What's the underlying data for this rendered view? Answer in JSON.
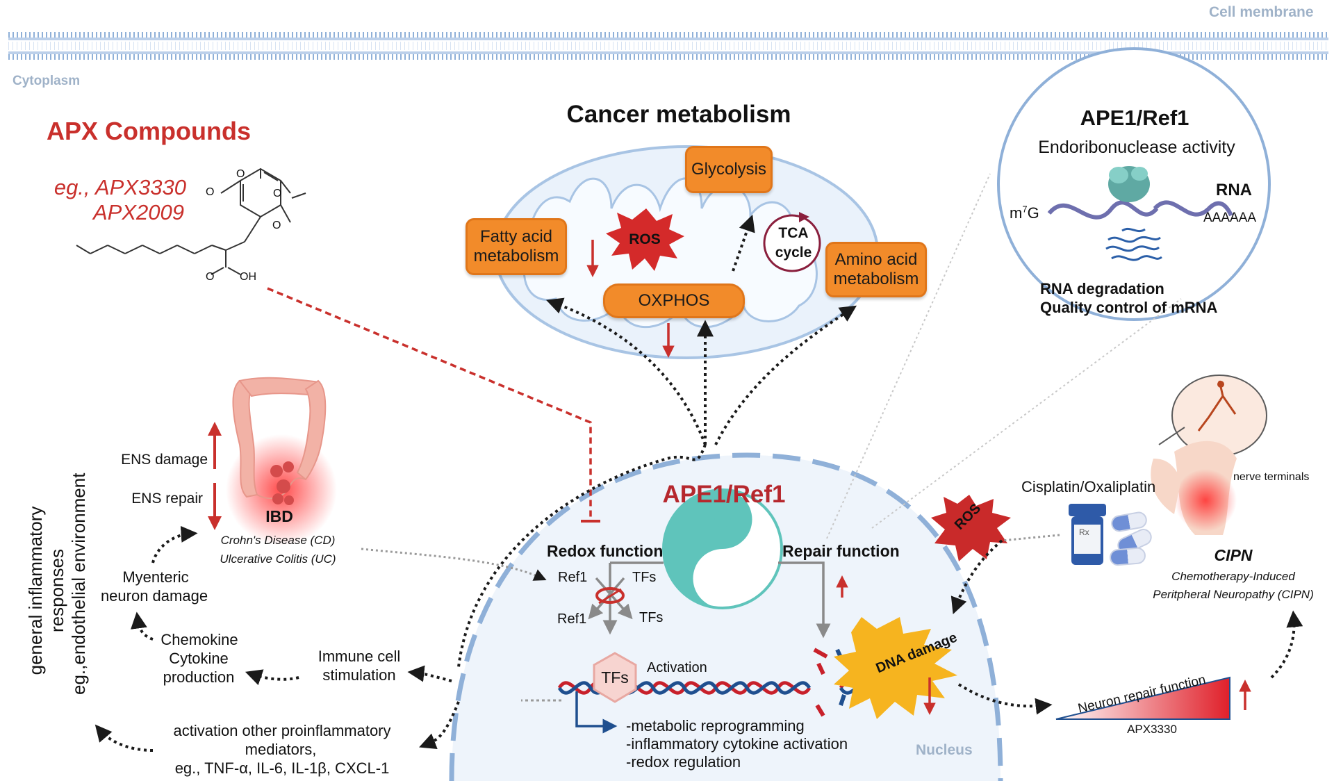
{
  "regions": {
    "cell_membrane": "Cell membrane",
    "cytoplasm": "Cytoplasm",
    "nucleus": "Nucleus"
  },
  "apx": {
    "title": "APX Compounds",
    "example_line1": "eg., APX3330",
    "example_line2": "APX2009",
    "atoms": {
      "o1": "O",
      "o2": "O",
      "o3": "O",
      "o4": "O",
      "o5": "O",
      "oh": "OH"
    }
  },
  "metabolism": {
    "title": "Cancer metabolism",
    "glycolysis": "Glycolysis",
    "fatty_acid": [
      "Fatty acid",
      "metabolism"
    ],
    "ros": "ROS",
    "tca": [
      "TCA",
      "cycle"
    ],
    "amino_acid": [
      "Amino acid",
      "metabolism"
    ],
    "oxphos": "OXPHOS"
  },
  "endoribonuclease": {
    "title": "APE1/Ref1",
    "subtitle": "Endoribonuclease activity",
    "rna_label": "RNA",
    "cap": "m",
    "cap_sup": "7",
    "cap_g": "G",
    "polya": "AAAAAA",
    "outcome1": "RNA degradation",
    "outcome2": "Quality control of mRNA"
  },
  "nucleus_center": {
    "title": "APE1/Ref1",
    "redox": "Redox function",
    "repair": "Repair function",
    "ref1_top": "Ref1",
    "tfs_top": "TFs",
    "ref1_bottom": "Ref1",
    "tfs_bottom": "TFs",
    "tfs_hex": "TFs",
    "activation": "Activation",
    "dna_damage": "DNA damage",
    "outcomes": [
      "-metabolic reprogramming",
      "-inflammatory cytokine activation",
      "-redox regulation"
    ]
  },
  "ibd": {
    "title": "IBD",
    "disease1": "Crohn's Disease (CD)",
    "disease2": "Ulcerative Colitis (UC)",
    "ens_damage": "ENS damage",
    "ens_repair": "ENS repair",
    "myenteric": [
      "Myenteric",
      "neuron damage"
    ],
    "chemokine": [
      "Chemokine",
      "Cytokine",
      "production"
    ],
    "immune": [
      "Immune cell",
      "stimulation"
    ],
    "proinflammatory": [
      "activation other proinflammatory",
      "mediators,",
      "eg., TNF-α, IL-6, IL-1β, CXCL-1"
    ],
    "general": [
      "general inflammatory",
      "responses",
      "eg.,endothelial environment"
    ]
  },
  "cipn": {
    "cisplatin": "Cisplatin/Oxaliplatin",
    "nerve_terminals": "nerve terminals",
    "ros": "ROS",
    "title": "CIPN",
    "full1": "Chemotherapy-Induced",
    "full2": "Peritpheral Neuropathy (CIPN)",
    "wedge_label": "Neuron repair function",
    "drug": "APX3330",
    "rx": "Rx"
  },
  "colors": {
    "red": "#c9302c",
    "orange": "#f28b2a",
    "teal": "#5fc4bb",
    "membrane": "#8fb0d8",
    "nucleus_fill": "#eef4fb",
    "dark": "#1a1a1a"
  }
}
